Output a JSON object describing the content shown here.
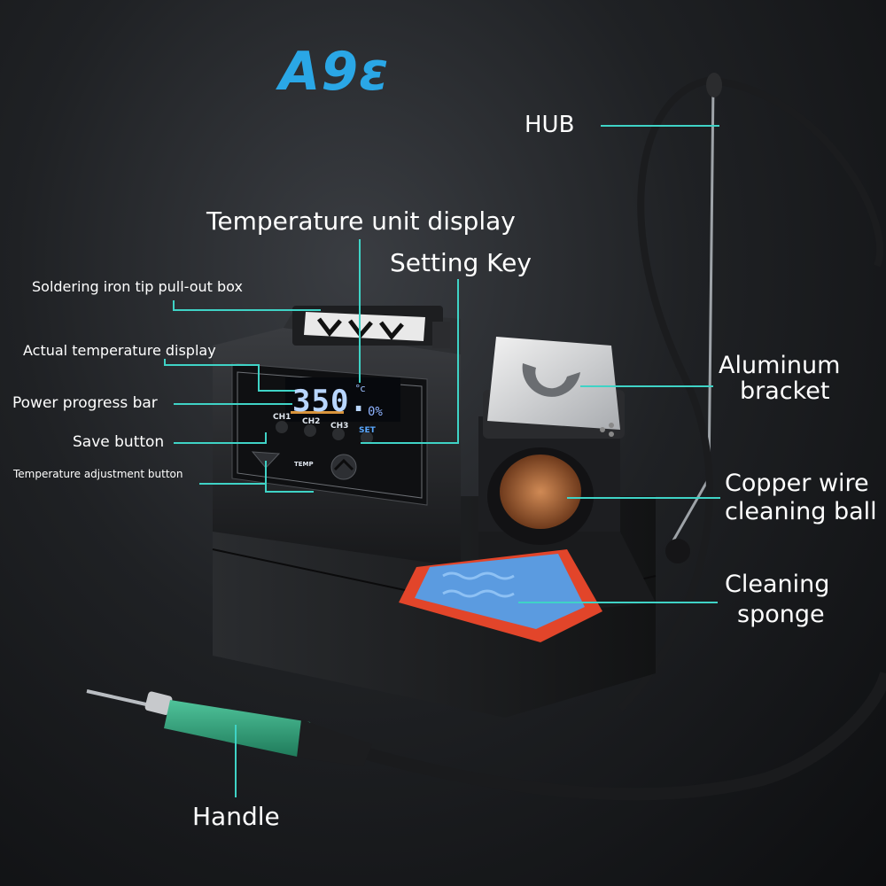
{
  "brand": {
    "title": "A9ε"
  },
  "display": {
    "temperature": "350.",
    "unit": "°c",
    "power_percent_text": "0%"
  },
  "panel_buttons": {
    "ch1": "CH1",
    "ch2": "CH2",
    "ch3": "CH3",
    "set": "SET",
    "temp": "TEMP"
  },
  "callouts": {
    "hub": "HUB",
    "temperature_unit_display": "Temperature unit display",
    "setting_key": "Setting Key",
    "tip_box": "Soldering iron tip pull-out box",
    "actual_temperature": "Actual temperature display",
    "power_progress_bar": "Power progress bar",
    "save_button": "Save button",
    "temperature_adjustment": "Temperature adjustment button",
    "aluminum_bracket_line1": "Aluminum",
    "aluminum_bracket_line2": "bracket",
    "copper_ball_line1": "Copper wire",
    "copper_ball_line2": "cleaning ball",
    "sponge_line1": "Cleaning",
    "sponge_line2": "sponge",
    "handle": "Handle"
  },
  "colors": {
    "callout_line": "#3fd3c6",
    "brand": "#2aa7e6",
    "sponge": "#5b9be0",
    "tray": "#e2452a",
    "grip": "#2f9e78"
  }
}
